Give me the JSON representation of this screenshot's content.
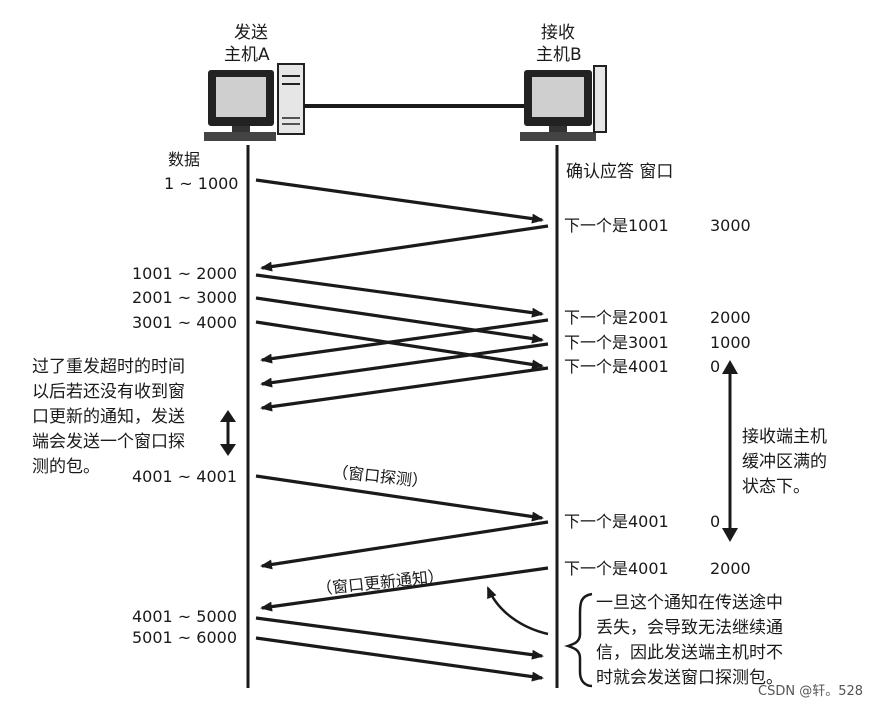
{
  "hostA": {
    "line1": "发送",
    "line2": "主机A"
  },
  "hostB": {
    "line1": "接收",
    "line2": "主机B"
  },
  "left_labels": {
    "data_heading": "数据",
    "seg1": "1 ~ 1000",
    "seg2": "1001 ~ 2000",
    "seg3": "2001 ~ 3000",
    "seg4": "3001 ~ 4000",
    "probe": "4001 ~ 4001",
    "seg5": "4001 ~ 5000",
    "seg6": "5001 ~ 6000"
  },
  "left_note": [
    "过了重发超时的时间",
    "以后若还没有收到窗",
    "口更新的通知，发送",
    "端会发送一个窗口探",
    "测的包。"
  ],
  "right_header": "确认应答 窗口",
  "acks": [
    {
      "text": "下一个是1001",
      "window": "3000"
    },
    {
      "text": "下一个是2001",
      "window": "2000"
    },
    {
      "text": "下一个是3001",
      "window": "1000"
    },
    {
      "text": "下一个是4001",
      "window": "0"
    },
    {
      "text": "下一个是4001",
      "window": "0"
    },
    {
      "text": "下一个是4001",
      "window": "2000"
    }
  ],
  "right_note": [
    "接收端主机",
    "缓冲区满的",
    "状态下。"
  ],
  "probe_label": "（窗口探测）",
  "update_label": "（窗口更新通知）",
  "bottom_note": [
    "一旦这个通知在传送途中",
    "丢失，会导致无法继续通",
    "信，因此发送端主机时不",
    "时就会发送窗口探测包。"
  ],
  "watermark": "CSDN @轩。528"
}
